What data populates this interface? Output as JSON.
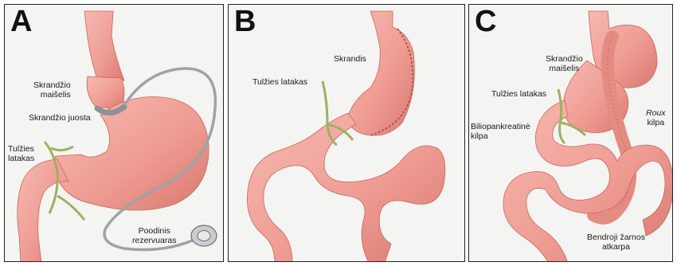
{
  "panels": [
    {
      "letter": "A",
      "labels": {
        "pouch_line1": "Skrandžio",
        "pouch_line2": "maišelis",
        "band": "Skrandžio juosta",
        "bile_line1": "Tulžies",
        "bile_line2": "latakas",
        "port_line1": "Poodinis",
        "port_line2": "rezervuaras"
      }
    },
    {
      "letter": "B",
      "labels": {
        "stomach": "Skrandis",
        "bile": "Tulžies latakas"
      }
    },
    {
      "letter": "C",
      "labels": {
        "pouch_line1": "Skrandžio",
        "pouch_line2": "maišelis",
        "bile": "Tulžies latakas",
        "roux_italic": "Roux",
        "roux_line2": "kilpa",
        "bp_line1": "Biliopankreatinė",
        "bp_line2": "kilpa",
        "common_line1": "Bendroji žarnos",
        "common_line2": "atkarpa"
      }
    }
  ],
  "colors": {
    "tissue": "#ef9d94",
    "tissue_dark": "#d8766c",
    "tissue_light": "#f7c3bb",
    "bile": "#9fb060",
    "tube": "#9ea3a7",
    "panel_bg": "#f4f4f2"
  }
}
